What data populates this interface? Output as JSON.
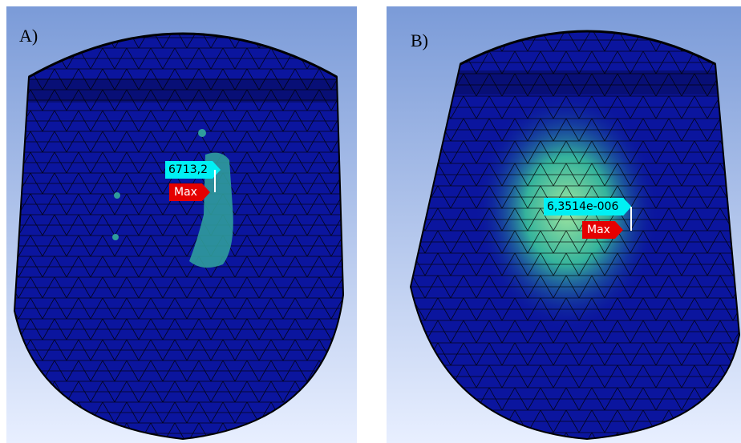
{
  "panels": [
    {
      "label": "A)",
      "result_value": "6713,2",
      "marker_label": "Max"
    },
    {
      "label": "B)",
      "result_value": "6,3514e-006",
      "marker_label": "Max"
    }
  ],
  "colors": {
    "background_top": "#7b9bd8",
    "background_bottom": "#e8efff",
    "mesh_body": "#0b159e",
    "mesh_lines": "#000000",
    "hotspot_a": "#2f9c9c",
    "hotspot_b": "#5fc6a4",
    "value_tag": "#00f0f4",
    "max_tag": "#e50000"
  }
}
